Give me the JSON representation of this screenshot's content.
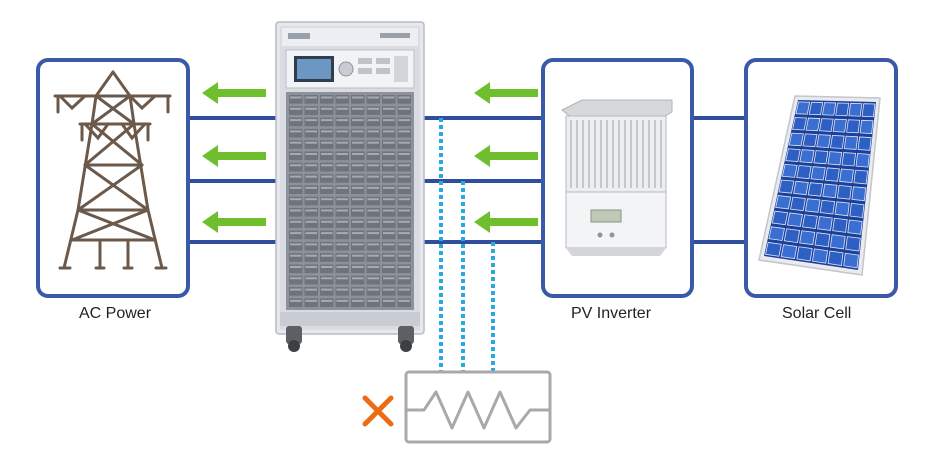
{
  "labels": {
    "ac_power": "AC Power",
    "pv_inverter": "PV Inverter",
    "solar_cell": "Solar Cell"
  },
  "colors": {
    "frame": "#3a5aa8",
    "bus_line": "#2f4e9e",
    "arrow": "#6fbe2e",
    "dotted": "#2aa9e0",
    "cross": "#ee6b15",
    "load_box": "#a9a9a9"
  },
  "icons": {
    "tower": "transmission-tower-icon",
    "cabinet": "grid-simulator-cabinet-icon",
    "inverter": "pv-inverter-icon",
    "panel": "solar-panel-icon",
    "resistor": "resistive-load-icon",
    "cross": "disconnect-cross-icon"
  }
}
